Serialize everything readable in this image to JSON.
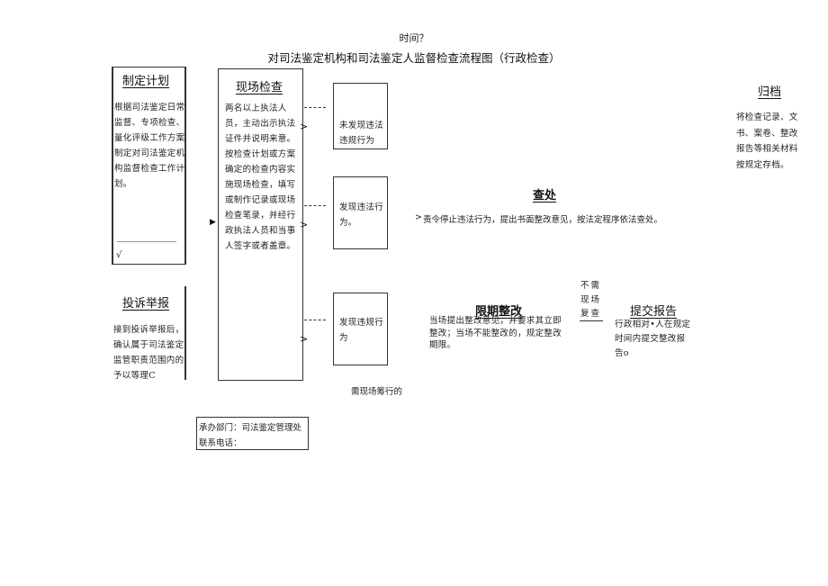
{
  "header": {
    "time": "时间？",
    "title": "对司法鉴定机构和司法鉴定人监督检查流程图（行政检查）"
  },
  "plan": {
    "heading": "制定计划",
    "text": "根据司法鉴定日常监督、专项检查、量化评级工作方案制定对司法鉴定机构监督检查工作计划。",
    "mark": "√"
  },
  "complaint": {
    "heading": "投诉举报",
    "text": "接到投诉举报后，确认属于司法鉴定监管职责范围内的予以等理C"
  },
  "onsite": {
    "heading": "现场检查",
    "text": "两名以上执法人员，主动出示执法证件并说明来意。按检查计划或方案确定的检查内容实施现场检查，填写或制作记录或现场检查笔录，并经行政执法人员和当事人签字或者盖章。"
  },
  "results": {
    "none": "未发现违法违规行为",
    "found": "发现违法行为。",
    "minor": "发现违规行为"
  },
  "investigate": {
    "heading": "查处",
    "text": "责令停止违法行为，提出书面整改意见，按法定程序依法查处。"
  },
  "rectify": {
    "heading": "限期整改",
    "text": "当场提出整改意见，并要求其立即整改；当场不能整改的，规定整改期限。"
  },
  "no_recheck": {
    "text": "不需现场复查"
  },
  "report": {
    "heading": "提交报告",
    "text": "行政相对•人在规定时间内提交整改报告o"
  },
  "archive": {
    "heading": "归档",
    "text": "将检查记录、文书、案卷、整改报告等相关材料按规定存档。"
  },
  "note_below": "需现场筹行的",
  "footer": {
    "dept": "承办部门：司法鉴定管理处",
    "phone": "联系电话："
  }
}
